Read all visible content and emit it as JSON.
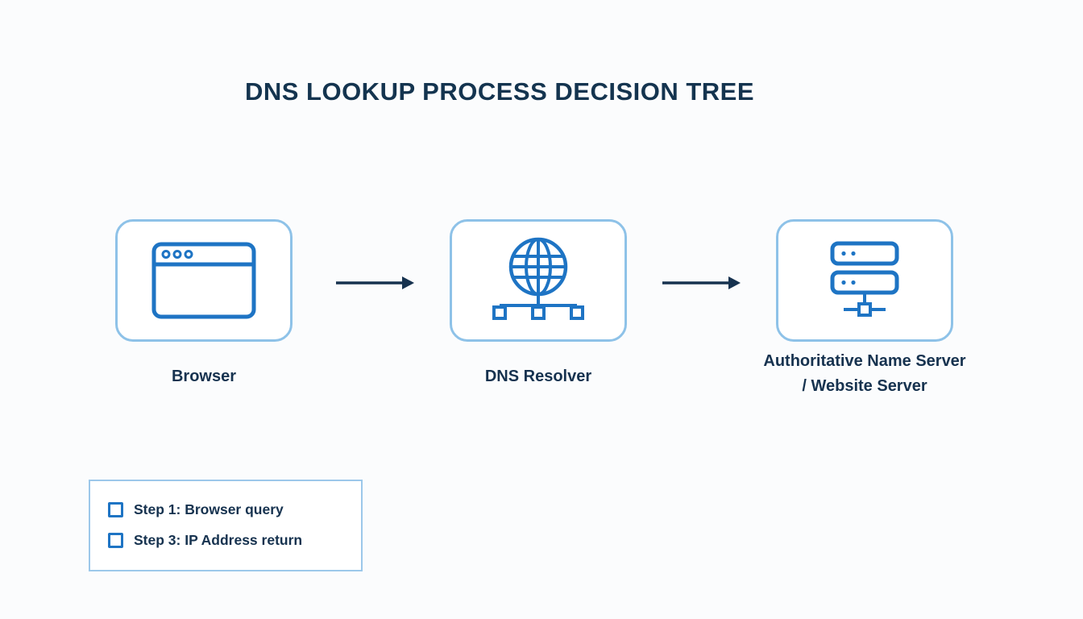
{
  "page": {
    "background": "#fbfcfd",
    "icon_color": "#1e74c4",
    "box_border_color": "#8ec2e8",
    "arrow_color": "#16324f",
    "text_color": "#16324f"
  },
  "title": "DNS LOOKUP PROCESS DECISION TREE",
  "nodes": [
    {
      "label": "Browser",
      "icon": "browser-window-icon"
    },
    {
      "label": "DNS Resolver",
      "icon": "globe-network-icon"
    },
    {
      "label": "Authoritative Name Server / Website Server",
      "icon": "server-stack-icon"
    }
  ],
  "legend": {
    "items": [
      {
        "label": "Step 1: Browser query"
      },
      {
        "label": "Step 3: IP Address return"
      }
    ]
  }
}
